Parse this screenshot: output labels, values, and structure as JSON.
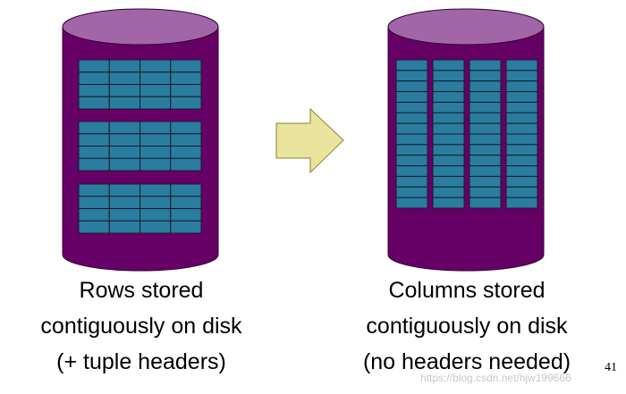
{
  "colors": {
    "cylinder_body": "#660066",
    "cylinder_top": "#a166a8",
    "cell_fill": "#2a7d9e",
    "cell_border": "#1a1a2e",
    "arrow_fill": "#e9e39d",
    "arrow_stroke": "#8a8530"
  },
  "left_store": {
    "caption": [
      "Rows stored",
      "contiguously on disk",
      "(+ tuple headers)"
    ],
    "blocks": [
      {
        "rows": 4,
        "cols": 4
      },
      {
        "rows": 4,
        "cols": 4
      },
      {
        "rows": 4,
        "cols": 4
      }
    ]
  },
  "arrow": {
    "direction": "right",
    "icon": "right-arrow-icon"
  },
  "right_store": {
    "caption": [
      "Columns stored",
      "contiguously on disk",
      "(no headers needed)"
    ],
    "columns": [
      {
        "cells": 14
      },
      {
        "cells": 14
      },
      {
        "cells": 14
      },
      {
        "cells": 14
      }
    ]
  },
  "slide_number": "41",
  "watermark": "https://blog.csdn.net/hjw199666"
}
